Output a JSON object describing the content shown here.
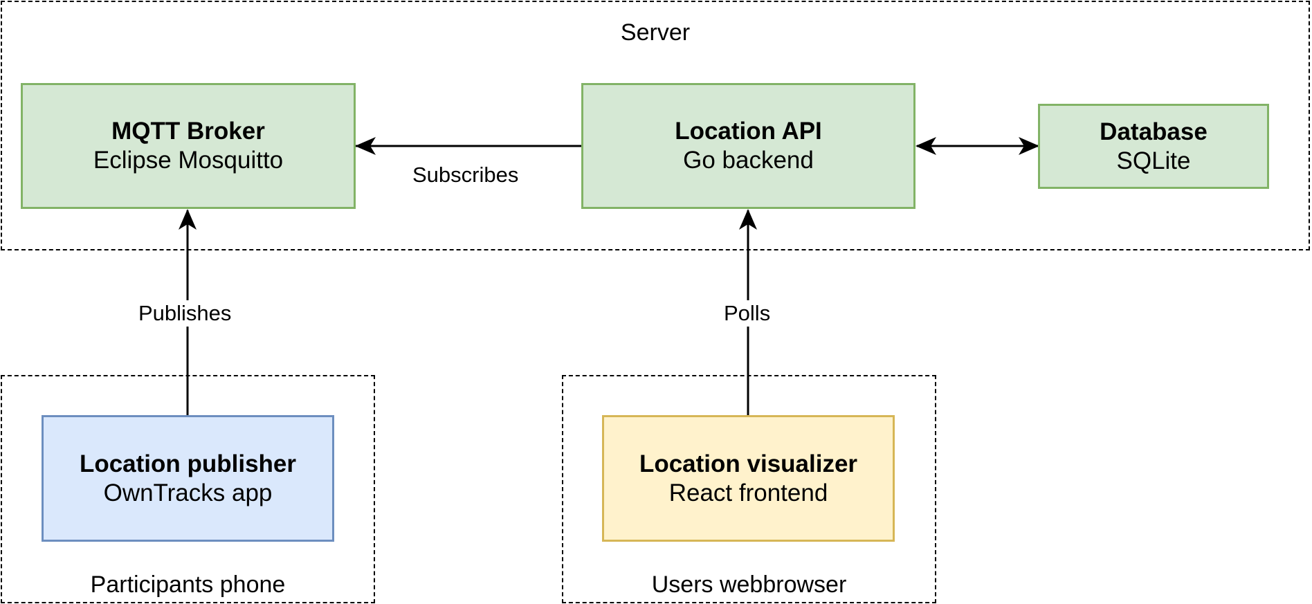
{
  "groups": {
    "server": "Server",
    "phone": "Participants phone",
    "browser": "Users webbrowser"
  },
  "nodes": {
    "mqtt": {
      "title": "MQTT Broker",
      "subtitle": "Eclipse Mosquitto"
    },
    "api": {
      "title": "Location API",
      "subtitle": "Go backend"
    },
    "db": {
      "title": "Database",
      "subtitle": "SQLite"
    },
    "publisher": {
      "title": "Location publisher",
      "subtitle": "OwnTracks app"
    },
    "visualizer": {
      "title": "Location visualizer",
      "subtitle": "React frontend"
    }
  },
  "edges": {
    "subscribes": "Subscribes",
    "publishes": "Publishes",
    "polls": "Polls"
  },
  "colors": {
    "green_fill": "#d5e8d4",
    "green_stroke": "#82b366",
    "blue_fill": "#dae8fc",
    "blue_stroke": "#6c8ebf",
    "yellow_fill": "#fff2cc",
    "yellow_stroke": "#d6b656"
  }
}
